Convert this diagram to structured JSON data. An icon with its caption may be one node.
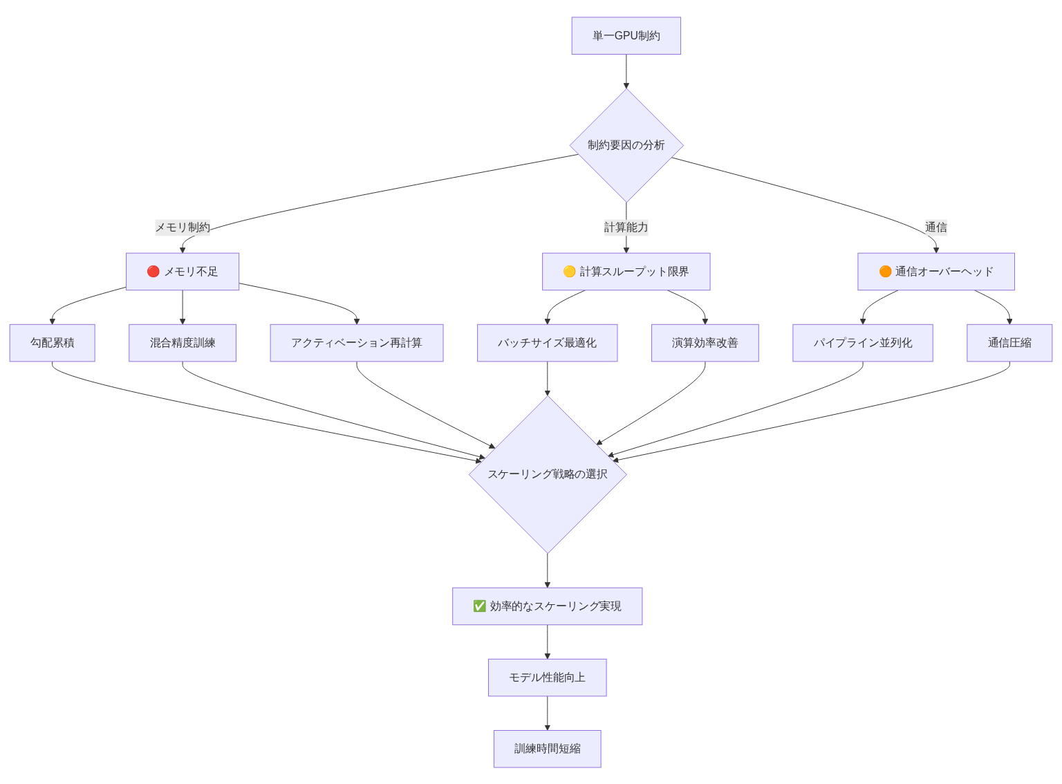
{
  "diagram": {
    "nodes": [
      {
        "text": [
          "単一GPU制約"
        ]
      },
      {
        "text": [
          "制約要因の分析"
        ]
      },
      {
        "text": [
          "🔴 メモリ不足"
        ]
      },
      {
        "text": [
          "🟡 計算スループット限界"
        ]
      },
      {
        "text": [
          "🟠 通信オーバーヘッド"
        ]
      },
      {
        "text": [
          "勾配累積"
        ]
      },
      {
        "text": [
          "混合精度訓練"
        ]
      },
      {
        "text": [
          "アクティベーション再計算"
        ]
      },
      {
        "text": [
          "バッチサイズ最適化"
        ]
      },
      {
        "text": [
          "演算効率改善"
        ]
      },
      {
        "text": [
          "パイプライン並列化"
        ]
      },
      {
        "text": [
          "通信圧縮"
        ]
      },
      {
        "text": [
          "スケーリング戦略の選択"
        ]
      },
      {
        "text": [
          "✅ 効率的なスケーリング実現"
        ]
      },
      {
        "text": [
          "モデル性能向上"
        ]
      },
      {
        "text": [
          "訓練時間短縮"
        ]
      }
    ],
    "edges": [
      {
        "from": 0,
        "to": 1,
        "arrow": "to"
      },
      {
        "from": 1,
        "to": 2,
        "arrow": "to",
        "label": "メモリ制約"
      },
      {
        "from": 1,
        "to": 3,
        "arrow": "to",
        "label": "計算能力"
      },
      {
        "from": 1,
        "to": 4,
        "arrow": "to",
        "label": "通信"
      },
      {
        "from": 2,
        "to": 5,
        "arrow": "to"
      },
      {
        "from": 2,
        "to": 6,
        "arrow": "to"
      },
      {
        "from": 2,
        "to": 7,
        "arrow": "to"
      },
      {
        "from": 3,
        "to": 8,
        "arrow": "to"
      },
      {
        "from": 3,
        "to": 9,
        "arrow": "to"
      },
      {
        "from": 4,
        "to": 10,
        "arrow": "to"
      },
      {
        "from": 4,
        "to": 11,
        "arrow": "to"
      },
      {
        "from": 5,
        "to": 12,
        "arrow": "to"
      },
      {
        "from": 6,
        "to": 12,
        "arrow": "to"
      },
      {
        "from": 7,
        "to": 12,
        "arrow": "to"
      },
      {
        "from": 8,
        "to": 12,
        "arrow": "to"
      },
      {
        "from": 9,
        "to": 12,
        "arrow": "to"
      },
      {
        "from": 10,
        "to": 12,
        "arrow": "to"
      },
      {
        "from": 11,
        "to": 12,
        "arrow": "to"
      },
      {
        "from": 12,
        "to": 13,
        "arrow": "to"
      },
      {
        "from": 13,
        "to": 14,
        "arrow": "to"
      },
      {
        "from": 14,
        "to": 15,
        "arrow": "to"
      }
    ]
  }
}
